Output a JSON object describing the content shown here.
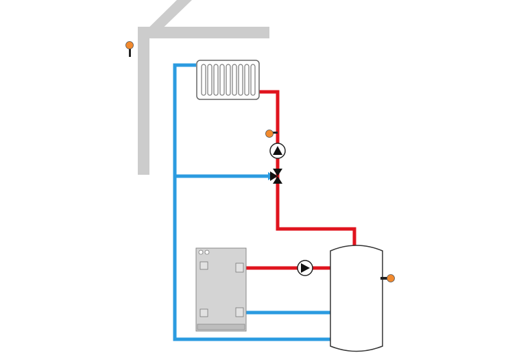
{
  "diagram": {
    "type": "heating-system-schematic",
    "components": [
      {
        "id": "house-outline",
        "kind": "building-wall-and-roof"
      },
      {
        "id": "outdoor-sensor",
        "kind": "temperature-sensor"
      },
      {
        "id": "radiator",
        "kind": "radiator"
      },
      {
        "id": "flow-sensor",
        "kind": "temperature-sensor"
      },
      {
        "id": "heating-pump",
        "kind": "circulation-pump"
      },
      {
        "id": "mixing-valve",
        "kind": "three-way-valve"
      },
      {
        "id": "boiler",
        "kind": "heat-generator"
      },
      {
        "id": "boiler-pump",
        "kind": "circulation-pump"
      },
      {
        "id": "buffer-tank",
        "kind": "storage-tank"
      },
      {
        "id": "tank-sensor",
        "kind": "temperature-sensor"
      }
    ],
    "colors": {
      "supply": "#e0141e",
      "return": "#2b9be0",
      "structure": "#cccccc",
      "sensor": "#f28a2e",
      "boiler": "#d4d4d4"
    }
  }
}
